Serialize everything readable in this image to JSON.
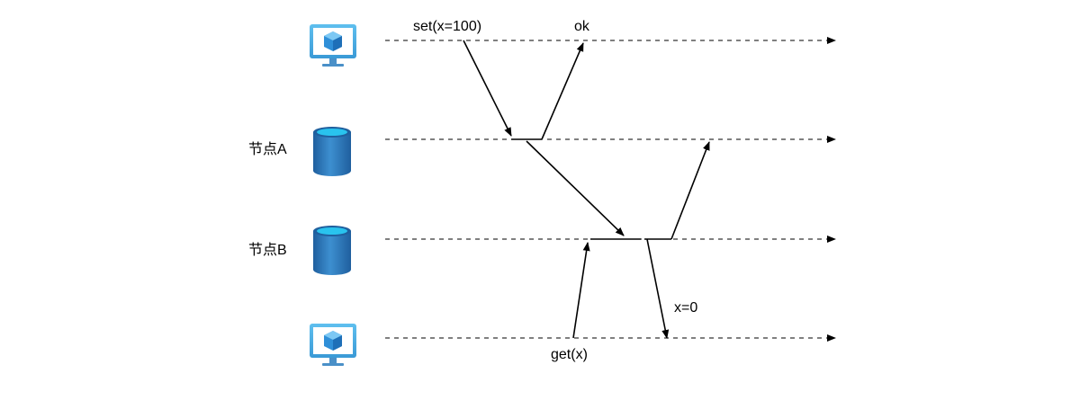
{
  "lanes": [
    {
      "id": "client-top",
      "icon": "monitor-cube-icon",
      "label": ""
    },
    {
      "id": "node-a",
      "icon": "database-cylinder-icon",
      "label": "节点A"
    },
    {
      "id": "node-b",
      "icon": "database-cylinder-icon",
      "label": "节点B"
    },
    {
      "id": "client-bottom",
      "icon": "monitor-cube-icon",
      "label": ""
    }
  ],
  "messages": {
    "set": "set(x=100)",
    "ok": "ok",
    "get": "get(x)",
    "result": "x=0"
  },
  "colors": {
    "line": "#000000",
    "monitor_frame": "#4fb3e8",
    "monitor_stand": "#4a90c8",
    "cube": "#2f8fd8",
    "db_body": "#2a6fb0",
    "db_top": "#29c3ee"
  }
}
